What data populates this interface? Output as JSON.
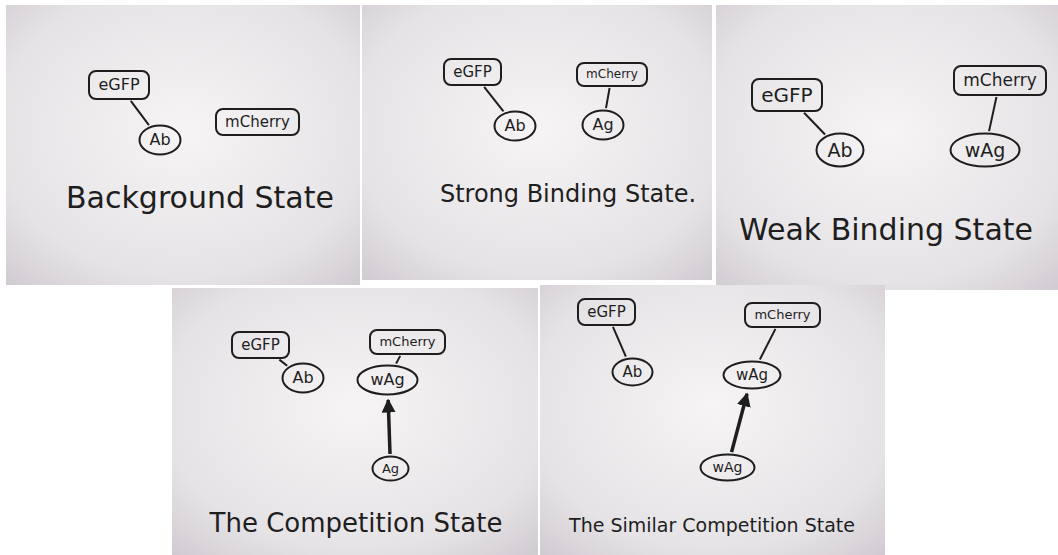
{
  "diagram": {
    "nodes": [
      {
        "text": [
          "eGFP"
        ]
      },
      {
        "text": [
          "mCherry"
        ]
      },
      {
        "text": [
          "Ab"
        ]
      },
      {
        "text": [
          "eGFP"
        ]
      },
      {
        "text": [
          "mCherry"
        ]
      },
      {
        "text": [
          "Ab"
        ]
      },
      {
        "text": [
          "Ag"
        ]
      },
      {
        "text": [
          "eGFP"
        ]
      },
      {
        "text": [
          "mCherry"
        ]
      },
      {
        "text": [
          "Ab"
        ]
      },
      {
        "text": [
          "wAg"
        ]
      },
      {
        "text": [
          "eGFP"
        ]
      },
      {
        "text": [
          "mCherry"
        ]
      },
      {
        "text": [
          "Ab"
        ]
      },
      {
        "text": [
          "wAg"
        ]
      },
      {
        "text": [
          "Ag"
        ]
      },
      {
        "text": [
          "eGFP"
        ]
      },
      {
        "text": [
          "mCherry"
        ]
      },
      {
        "text": [
          "Ab"
        ]
      },
      {
        "text": [
          "wAg"
        ]
      },
      {
        "text": [
          "wAg"
        ]
      }
    ],
    "edges": [
      {
        "from": 0,
        "to": 2,
        "arrow": "none"
      },
      {
        "from": 3,
        "to": 5,
        "arrow": "none"
      },
      {
        "from": 4,
        "to": 6,
        "arrow": "none"
      },
      {
        "from": 7,
        "to": 9,
        "arrow": "none"
      },
      {
        "from": 8,
        "to": 10,
        "arrow": "none"
      },
      {
        "from": 11,
        "to": 13,
        "arrow": "none"
      },
      {
        "from": 12,
        "to": 14,
        "arrow": "none"
      },
      {
        "from": 15,
        "to": 14,
        "arrow": "to"
      },
      {
        "from": 16,
        "to": 18,
        "arrow": "none"
      },
      {
        "from": 17,
        "to": 19,
        "arrow": "none"
      },
      {
        "from": 20,
        "to": 19,
        "arrow": "to"
      }
    ],
    "labels": [
      "Background State",
      "Strong Binding State.",
      "Weak Binding State",
      "The Competition State",
      "The Similar Competition State"
    ]
  }
}
